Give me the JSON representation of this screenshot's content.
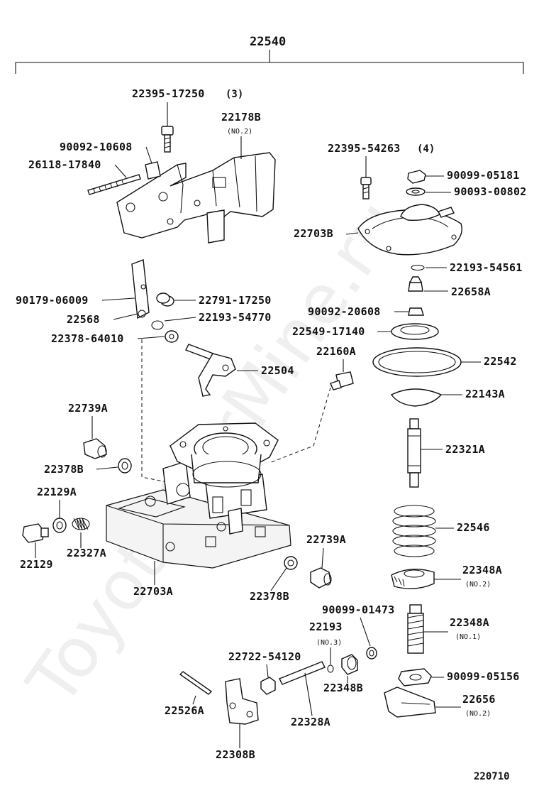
{
  "watermark": "ToyotaCarMine.ru",
  "figure_code": "220710",
  "assembly_number": "22540",
  "parts": {
    "p22395_17250": {
      "number": "22395-17250",
      "note": "(3)"
    },
    "p22178B": {
      "number": "22178B",
      "note": "(NO.2)"
    },
    "p90092_10608": {
      "number": "90092-10608"
    },
    "p26118_17840": {
      "number": "26118-17840"
    },
    "p22395_54263": {
      "number": "22395-54263",
      "note": "(4)"
    },
    "p90099_05181": {
      "number": "90099-05181"
    },
    "p90093_00802": {
      "number": "90093-00802"
    },
    "p22703B": {
      "number": "22703B"
    },
    "p22193_54561": {
      "number": "22193-54561"
    },
    "p22658A": {
      "number": "22658A"
    },
    "p90092_20608": {
      "number": "90092-20608"
    },
    "p22549_17140": {
      "number": "22549-17140"
    },
    "p22542": {
      "number": "22542"
    },
    "p22143A": {
      "number": "22143A"
    },
    "p22321A": {
      "number": "22321A"
    },
    "p90179_06009": {
      "number": "90179-06009"
    },
    "p22791_17250": {
      "number": "22791-17250"
    },
    "p22568": {
      "number": "22568"
    },
    "p22193_54770": {
      "number": "22193-54770"
    },
    "p22378_64010": {
      "number": "22378-64010"
    },
    "p22504": {
      "number": "22504"
    },
    "p22160A": {
      "number": "22160A"
    },
    "p22739A_left": {
      "number": "22739A"
    },
    "p22378B_left": {
      "number": "22378B"
    },
    "p22129A": {
      "number": "22129A"
    },
    "p22129": {
      "number": "22129"
    },
    "p22327A": {
      "number": "22327A"
    },
    "p22703A": {
      "number": "22703A"
    },
    "p22546": {
      "number": "22546"
    },
    "p22348A_no2": {
      "number": "22348A",
      "note": "(NO.2)"
    },
    "p22739A_right": {
      "number": "22739A"
    },
    "p22378B_right": {
      "number": "22378B"
    },
    "p90099_01473": {
      "number": "90099-01473"
    },
    "p22193_no3": {
      "number": "22193",
      "note": "(NO.3)"
    },
    "p22348A_no1": {
      "number": "22348A",
      "note": "(NO.1)"
    },
    "p22722_54120": {
      "number": "22722-54120"
    },
    "p22348B": {
      "number": "22348B"
    },
    "p90099_05156": {
      "number": "90099-05156"
    },
    "p22656": {
      "number": "22656",
      "note": "(NO.2)"
    },
    "p22526A": {
      "number": "22526A"
    },
    "p22328A": {
      "number": "22328A"
    },
    "p22308B": {
      "number": "22308B"
    }
  }
}
